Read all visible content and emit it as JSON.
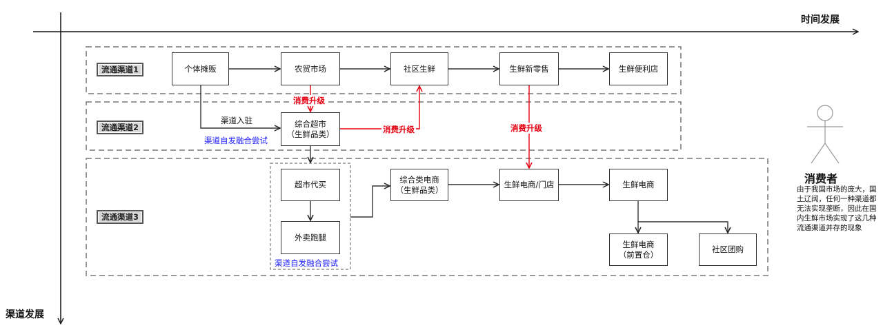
{
  "axes": {
    "time_label": "时间发展",
    "channel_label": "渠道发展"
  },
  "channels": {
    "c1": "流通渠道1",
    "c2": "流通渠道2",
    "c3": "流通渠道3"
  },
  "nodes": {
    "geti": "个体摊贩",
    "nongmao": "农贸市场",
    "shequ": "社区生鲜",
    "xinlingshou": "生鲜新零售",
    "bianli": "生鲜便利店",
    "chaoshi": "综合超市\n（生鲜品类）",
    "daimai": "超市代买",
    "waimai": "外卖跑腿",
    "zonghe_ds": "综合类电商\n（生鲜品类）",
    "ds_mendian": "生鲜电商/门店",
    "shengxian_ds": "生鲜电商",
    "qianzhi": "生鲜电商\n（前置仓）",
    "tuangou": "社区团购"
  },
  "labels": {
    "upgrade1": "消费升级",
    "upgrade2": "消费升级",
    "upgrade3": "消费升级",
    "ruzhu": "渠道入驻",
    "fusion1": "渠道自发融合尝试",
    "fusion2": "渠道自发融合尝试"
  },
  "consumer": {
    "title": "消费者",
    "description": "由于我国市场的庞大，国土辽阔，任何一种渠道都无法实现垄断，因此在国内生鲜市场实现了这几种流通渠道并存的现象"
  }
}
